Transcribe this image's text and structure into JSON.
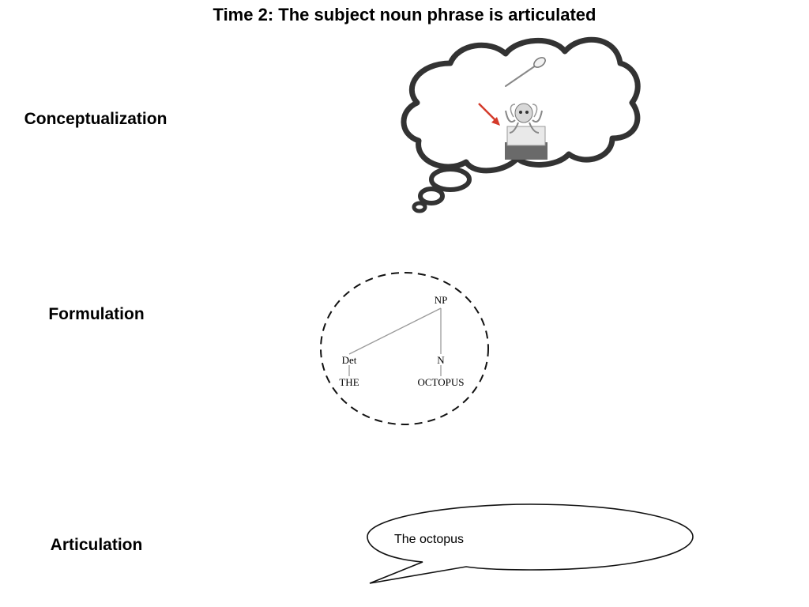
{
  "title": "Time 2: The subject noun phrase is articulated",
  "stages": {
    "conceptualization": "Conceptualization",
    "formulation": "Formulation",
    "articulation": "Articulation"
  },
  "tree": {
    "root": "NP",
    "det": "Det",
    "noun": "N",
    "det_word": "THE",
    "noun_word": "OCTOPUS"
  },
  "speech": "The octopus",
  "colors": {
    "cloud_stroke": "#333333",
    "arrow": "#d43a2a",
    "tree_line": "#9a9a9a",
    "dashed_circle": "#111111"
  },
  "icons": [
    "spoon-icon",
    "octopus-icon",
    "red-arrow-icon"
  ]
}
